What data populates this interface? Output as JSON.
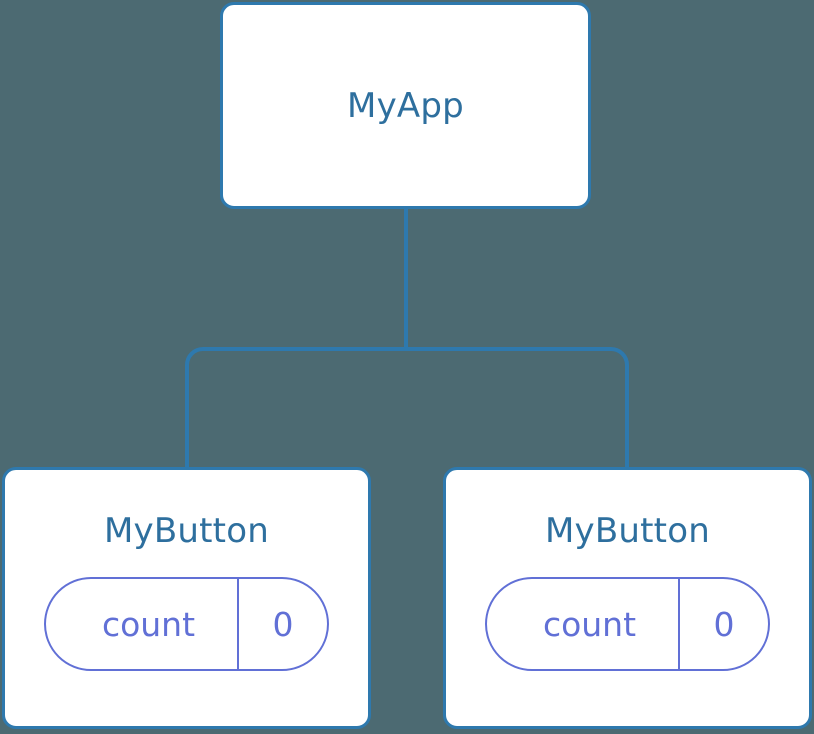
{
  "diagram": {
    "type": "component-tree",
    "background_color": "#4c6a72",
    "node_border_color": "#2e79ae",
    "node_fill_color": "#ffffff",
    "title_color": "#2e6f9e",
    "pill_color": "#6170d6",
    "edge_color": "#2e79ae"
  },
  "root": {
    "title": "MyApp"
  },
  "children": [
    {
      "title": "MyButton",
      "state": {
        "key": "count",
        "value": "0"
      }
    },
    {
      "title": "MyButton",
      "state": {
        "key": "count",
        "value": "0"
      }
    }
  ]
}
